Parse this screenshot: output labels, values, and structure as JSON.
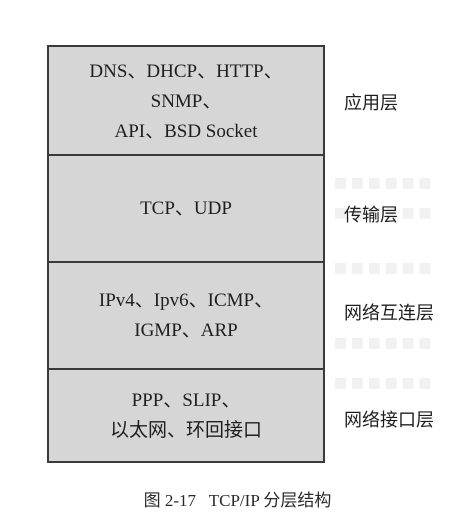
{
  "layers": [
    {
      "protocols": [
        "DNS、DHCP、HTTP、",
        "SNMP、",
        "API、BSD Socket"
      ],
      "name": "应用层"
    },
    {
      "protocols": [
        "TCP、UDP"
      ],
      "name": "传输层"
    },
    {
      "protocols": [
        "IPv4、Ipv6、ICMP、",
        "IGMP、ARP"
      ],
      "name": "网络互连层"
    },
    {
      "protocols": [
        "PPP、SLIP、",
        "以太网、环回接口"
      ],
      "name": "网络接口层"
    }
  ],
  "caption": "图 2-17   TCP/IP 分层结构",
  "colors": {
    "box_fill": "#d6d6d6",
    "border": "#3a3a3a"
  }
}
